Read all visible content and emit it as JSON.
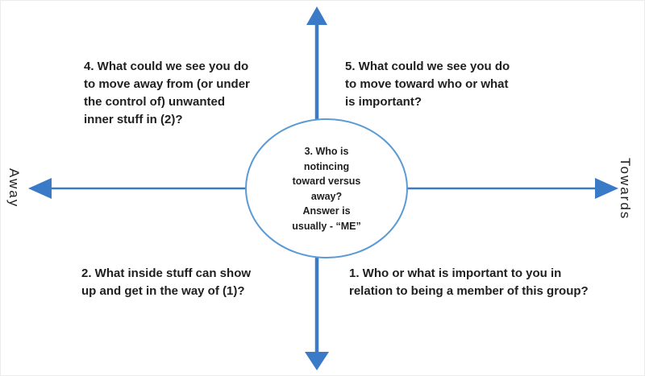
{
  "diagram": {
    "axes": {
      "left": "Away",
      "right": "Towards"
    },
    "center": {
      "lines": {
        "0": "3. Who is",
        "1": "notincing",
        "2": "toward versus",
        "3": "away?",
        "4": "Answer is",
        "5": "usually - “ME”"
      }
    },
    "quadrant_top_left": {
      "lines": {
        "0": "4. What could we see you do",
        "1": "to move away from (or under",
        "2": "the control of) unwanted",
        "3": "inner stuff in (2)?"
      }
    },
    "quadrant_top_right": {
      "lines": {
        "0": "5. What could we see you do",
        "1": "to move toward who or what",
        "2": "is important?"
      }
    },
    "quadrant_bottom_left": {
      "lines": {
        "0": "2. What inside stuff can show",
        "1": "up and get in the way of (1)?"
      }
    },
    "quadrant_bottom_right": {
      "lines": {
        "0": "1. Who or what is important to you in",
        "1": "relation to being a member of this group?"
      }
    },
    "colors": {
      "arrow": "#3b7ac7",
      "circle_stroke": "#5b9bd5",
      "text": "#1f1f1f"
    }
  }
}
